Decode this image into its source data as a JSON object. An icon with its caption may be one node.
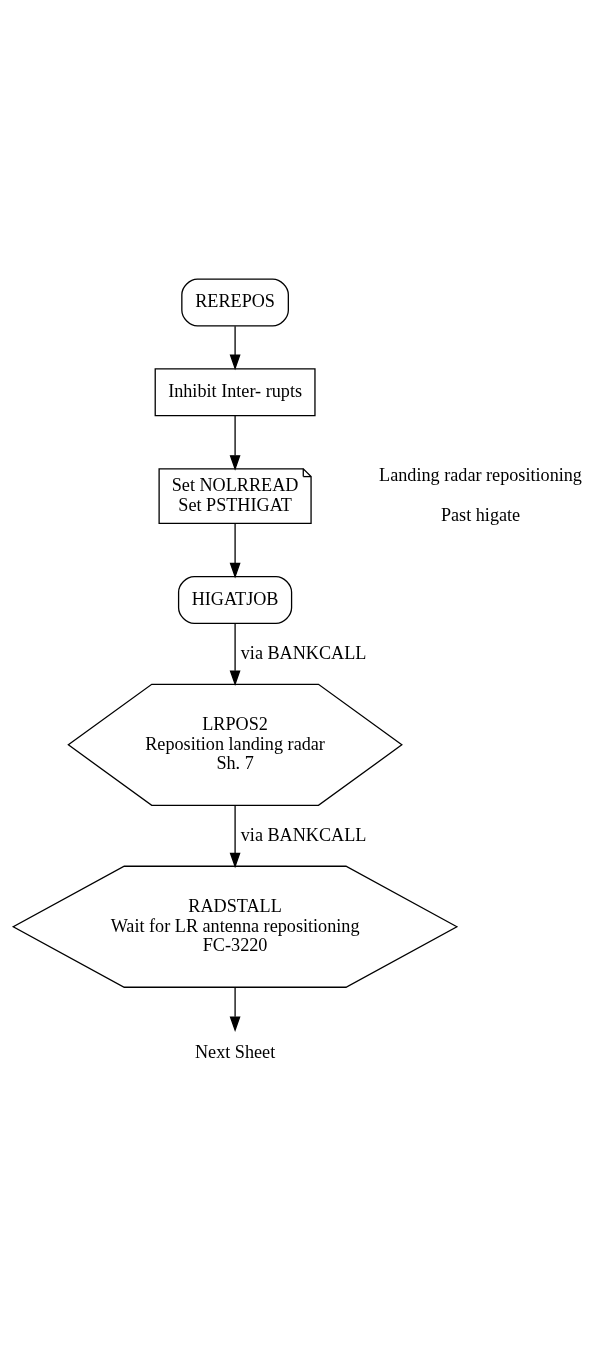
{
  "diagram": {
    "nodes": [
      {
        "text": [
          "REREPOS"
        ]
      },
      {
        "text": [
          "Inhibit Inter- rupts"
        ]
      },
      {
        "text": [
          "Set NOLRREAD",
          "Set PSTHIGAT"
        ],
        "beside": [
          "Landing radar repositioning",
          "Past higate"
        ]
      },
      {
        "text": [
          "HIGATJOB"
        ]
      },
      {
        "text": [
          "LRPOS2",
          "Reposition landing radar",
          "Sh. 7"
        ]
      },
      {
        "text": [
          "RADSTALL",
          "Wait for LR antenna repositioning",
          "FC-3220"
        ]
      },
      {
        "text": [
          "Next Sheet"
        ]
      }
    ],
    "edges": [
      {
        "from": 0,
        "to": 1,
        "arrow": "to"
      },
      {
        "from": 1,
        "to": 2,
        "arrow": "to"
      },
      {
        "from": 2,
        "to": 3,
        "arrow": "to"
      },
      {
        "from": 3,
        "to": 4,
        "arrow": "to",
        "label": "via BANKCALL"
      },
      {
        "from": 4,
        "to": 5,
        "arrow": "to",
        "label": "via BANKCALL"
      },
      {
        "from": 5,
        "to": 6,
        "arrow": "to"
      }
    ]
  }
}
